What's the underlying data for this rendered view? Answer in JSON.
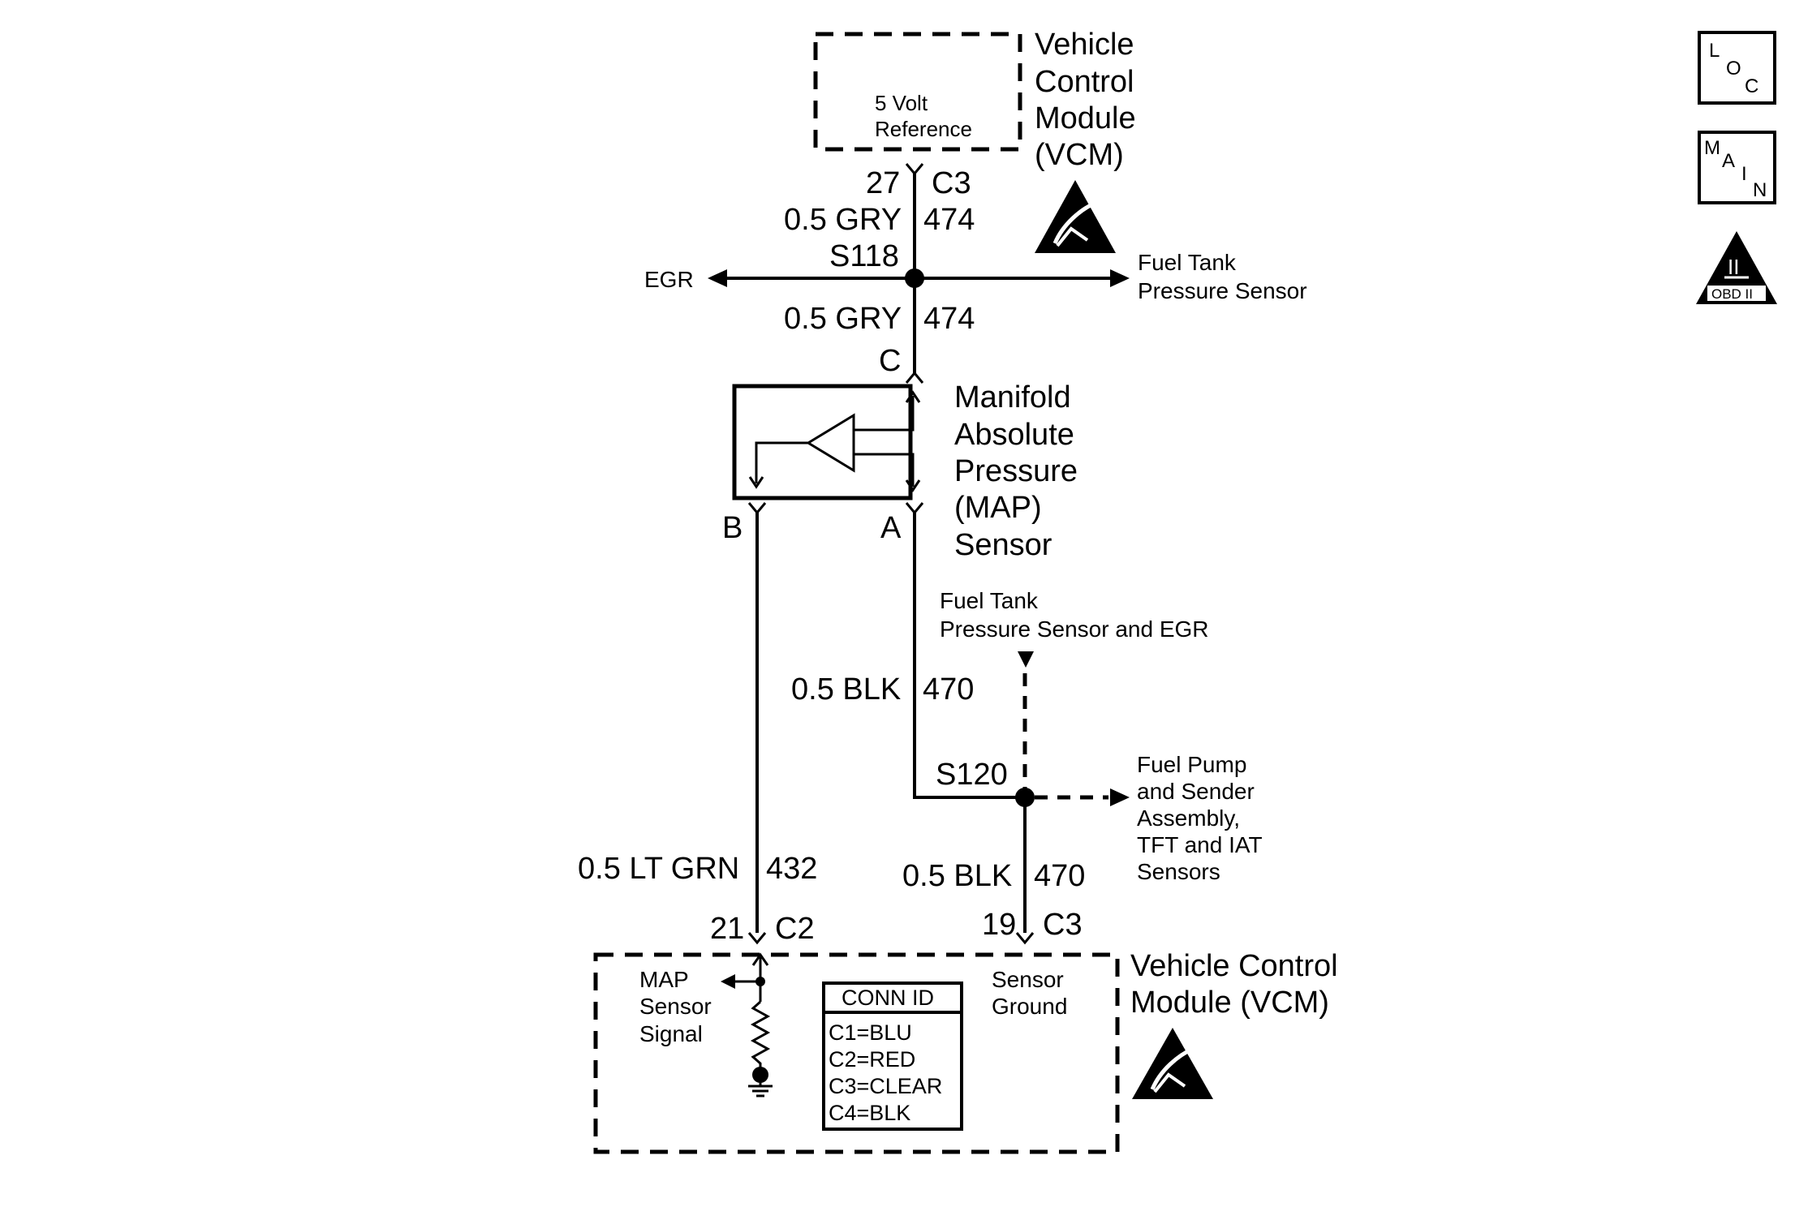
{
  "top_module": {
    "name_lines": [
      "Vehicle",
      "Control",
      "Module",
      "(VCM)"
    ],
    "internal_lines": [
      "5 Volt",
      "Reference"
    ]
  },
  "top_connector": {
    "pin": "27",
    "connector": "C3"
  },
  "wire_upper_1": {
    "label": "0.5 GRY",
    "circuit": "474"
  },
  "splice_s118": {
    "name": "S118"
  },
  "branch_left": {
    "label": "EGR"
  },
  "branch_right": {
    "lines": [
      "Fuel Tank",
      "Pressure Sensor"
    ]
  },
  "wire_upper_2": {
    "label": "0.5 GRY",
    "circuit": "474"
  },
  "map_sensor": {
    "name_lines": [
      "Manifold",
      "Absolute",
      "Pressure",
      "(MAP)",
      "Sensor"
    ],
    "pin_c": "C",
    "pin_b": "B",
    "pin_a": "A"
  },
  "ground_from": {
    "lines": [
      "Fuel Tank",
      "Pressure Sensor and EGR"
    ]
  },
  "wire_ground_1": {
    "label": "0.5 BLK",
    "circuit": "470"
  },
  "splice_s120": {
    "name": "S120"
  },
  "ground_branch_right": {
    "lines": [
      "Fuel Pump",
      "and Sender",
      "Assembly,",
      "TFT and IAT",
      "Sensors"
    ]
  },
  "wire_signal": {
    "label": "0.5 LT GRN",
    "circuit": "432"
  },
  "wire_ground_2": {
    "label": "0.5 BLK",
    "circuit": "470"
  },
  "bottom_connector_left": {
    "pin": "21",
    "connector": "C2"
  },
  "bottom_connector_right": {
    "pin": "19",
    "connector": "C3"
  },
  "bottom_module": {
    "name_lines": [
      "Vehicle Control",
      "Module (VCM)"
    ],
    "signal_lines": [
      "MAP",
      "Sensor",
      "Signal"
    ],
    "ground_lines": [
      "Sensor",
      "Ground"
    ]
  },
  "conn_id": {
    "title": "CONN ID",
    "rows": [
      "C1=BLU",
      "C2=RED",
      "C3=CLEAR",
      "C4=BLK"
    ]
  },
  "icons": {
    "loc": [
      "L",
      "O",
      "C"
    ],
    "main": [
      "M",
      "A",
      "I",
      "N"
    ],
    "obd": {
      "roman": "II",
      "label": "OBD II"
    }
  }
}
